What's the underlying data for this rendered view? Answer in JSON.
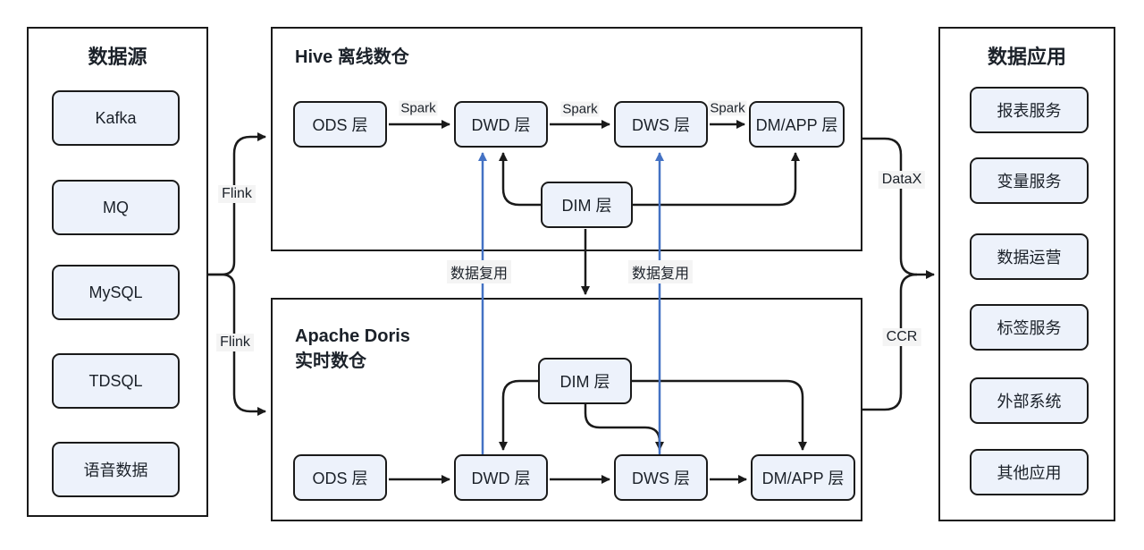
{
  "diagram": {
    "left_panel": {
      "title": "数据源",
      "items": [
        "Kafka",
        "MQ",
        "MySQL",
        "TDSQL",
        "语音数据"
      ]
    },
    "hive_panel": {
      "title": "Hive 离线数仓",
      "nodes": {
        "ods": "ODS 层",
        "dwd": "DWD 层",
        "dws": "DWS 层",
        "dm": "DM/APP 层",
        "dim": "DIM 层"
      },
      "spark_labels": [
        "Spark",
        "Spark",
        "Spark"
      ]
    },
    "doris_panel": {
      "title_line1": "Apache Doris",
      "title_line2": "实时数仓",
      "nodes": {
        "ods": "ODS 层",
        "dwd": "DWD 层",
        "dws": "DWS 层",
        "dm": "DM/APP 层",
        "dim": "DIM 层"
      }
    },
    "right_panel": {
      "title": "数据应用",
      "items": [
        "报表服务",
        "变量服务",
        "数据运营",
        "标签服务",
        "外部系统",
        "其他应用"
      ]
    },
    "edge_labels": {
      "flink_top": "Flink",
      "flink_bottom": "Flink",
      "datax": "DataX",
      "ccr": "CCR",
      "reuse_left": "数据复用",
      "reuse_right": "数据复用"
    },
    "colors": {
      "reuse_arrow_blue": "#4472C4",
      "line_black": "#1A1A1A",
      "node_fill": "#EDF2FB"
    }
  }
}
